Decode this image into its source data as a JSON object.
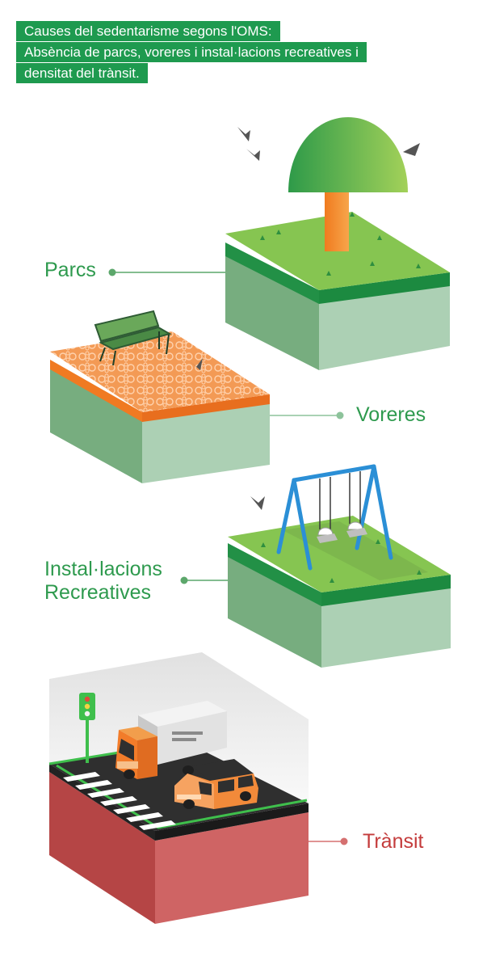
{
  "header": {
    "lines": [
      "Causes del sedentarisme segons l'OMS:",
      "Absència de parcs, voreres i instal·lacions recreatives i",
      "densitat del trànsit."
    ]
  },
  "labels": {
    "parcs": "Parcs",
    "voreres": "Voreres",
    "instal_line1": "Instal·lacions",
    "instal_line2": "Recreatives",
    "transit": "Trànsit"
  },
  "icons": [
    "bird-icon",
    "tree-icon",
    "bench-icon",
    "swing-icon",
    "traffic-light-icon",
    "truck-icon",
    "car-icon"
  ],
  "colors": {
    "header_bg": "#1e9a4f",
    "label_green": "#2e9a4e",
    "label_red": "#c43c3c",
    "grass": "#86c551",
    "pavement": "#f39a55",
    "road": "#2f2f2f",
    "transit_block": "#c65454"
  }
}
